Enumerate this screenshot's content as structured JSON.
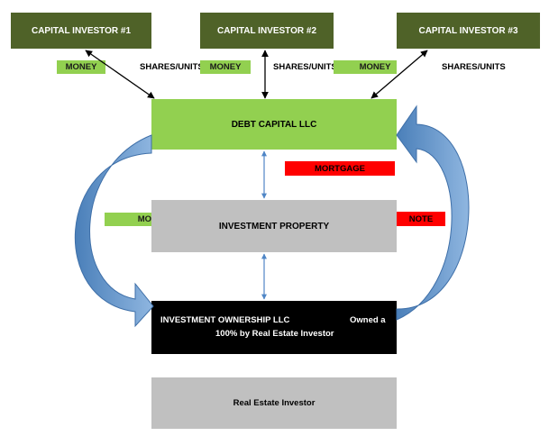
{
  "investors": [
    {
      "label": "CAPITAL INVESTOR #1"
    },
    {
      "label": "CAPITAL INVESTOR #2"
    },
    {
      "label": "CAPITAL INVESTOR #3"
    }
  ],
  "exchange_labels": {
    "money": "MONEY",
    "shares": "SHARES/UNITS"
  },
  "debt_capital": {
    "label": "DEBT CAPITAL LLC"
  },
  "mortgage": {
    "label": "MORTGAGE"
  },
  "money_partial": {
    "label": "MO"
  },
  "property": {
    "label": "INVESTMENT PROPERTY"
  },
  "note": {
    "label": "NOTE"
  },
  "ownership": {
    "line1": "INVESTMENT OWNERSHIP LLC",
    "owned": "Owned a",
    "line2": "100% by Real Estate Investor"
  },
  "real_estate_investor": {
    "label": "Real Estate Investor"
  },
  "colors": {
    "investor_box": "#4f6228",
    "debt_box": "#92d050",
    "property_box": "#c0c0c0",
    "ownership_box": "#000000",
    "mortgage_tag": "#ff0000",
    "curved_arrow": "#5b8ec5"
  }
}
